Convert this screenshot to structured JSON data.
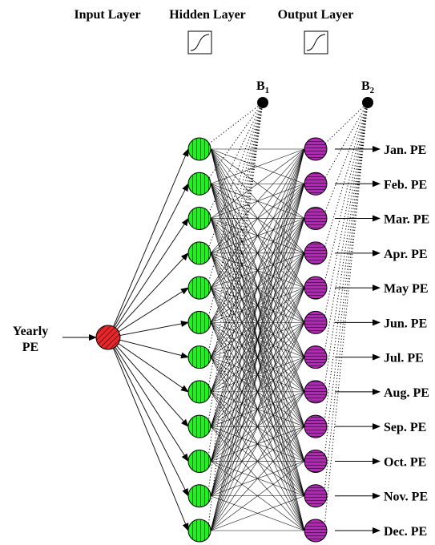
{
  "header": {
    "input_layer": "Input Layer",
    "hidden_layer": "Hidden Layer",
    "output_layer": "Output Layer"
  },
  "input": {
    "label_line1": "Yearly",
    "label_line2": "PE"
  },
  "bias": {
    "b1": "B",
    "b1_sub": "1",
    "b2": "B",
    "b2_sub": "2"
  },
  "hidden_count": 12,
  "outputs": [
    "Jan. PE",
    "Feb. PE",
    "Mar. PE",
    "Apr. PE",
    "May PE",
    "Jun. PE",
    "Jul. PE",
    "Aug. PE",
    "Sep. PE",
    "Oct. PE",
    "Nov. PE",
    "Dec. PE"
  ],
  "colors": {
    "input_node": "#e8262a",
    "hidden_node": "#22ee22",
    "output_node": "#bb22bb",
    "line": "#000000"
  },
  "icons": {
    "activation": "sigmoid-activation-icon",
    "bias": "bias-node-icon"
  }
}
